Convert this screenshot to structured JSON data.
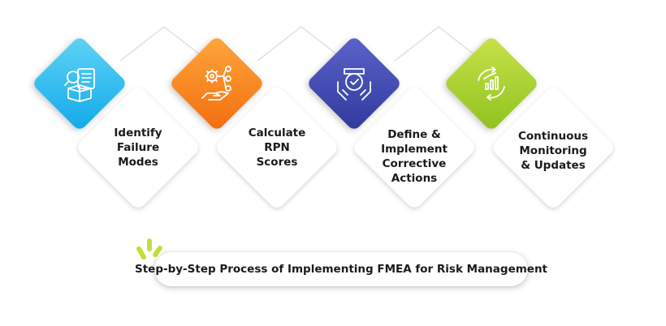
{
  "steps": [
    {
      "label": "Identify\nFailure\nModes",
      "icon": "search-document-box-icon",
      "color_top": "#5fd3f5",
      "color_bottom": "#12a9e8"
    },
    {
      "label": "Calculate\nRPN\nScores",
      "icon": "gears-hand-icon",
      "color_top": "#ffa63d",
      "color_bottom": "#f26d0e"
    },
    {
      "label": "Define &\nImplement\nCorrective\nActions",
      "icon": "check-badge-hands-icon",
      "color_top": "#5b63c9",
      "color_bottom": "#2f3a9c"
    },
    {
      "label": "Continuous\nMonitoring\n& Updates",
      "icon": "cycle-chart-icon",
      "color_top": "#c8e24a",
      "color_bottom": "#8fc21f"
    }
  ],
  "caption": "Step-by-Step Process of Implementing FMEA for Risk Management",
  "colors": {
    "sparkle": "#c6dc3a",
    "icon_stroke": "#ffffff",
    "outline": "#e2e2e2"
  }
}
